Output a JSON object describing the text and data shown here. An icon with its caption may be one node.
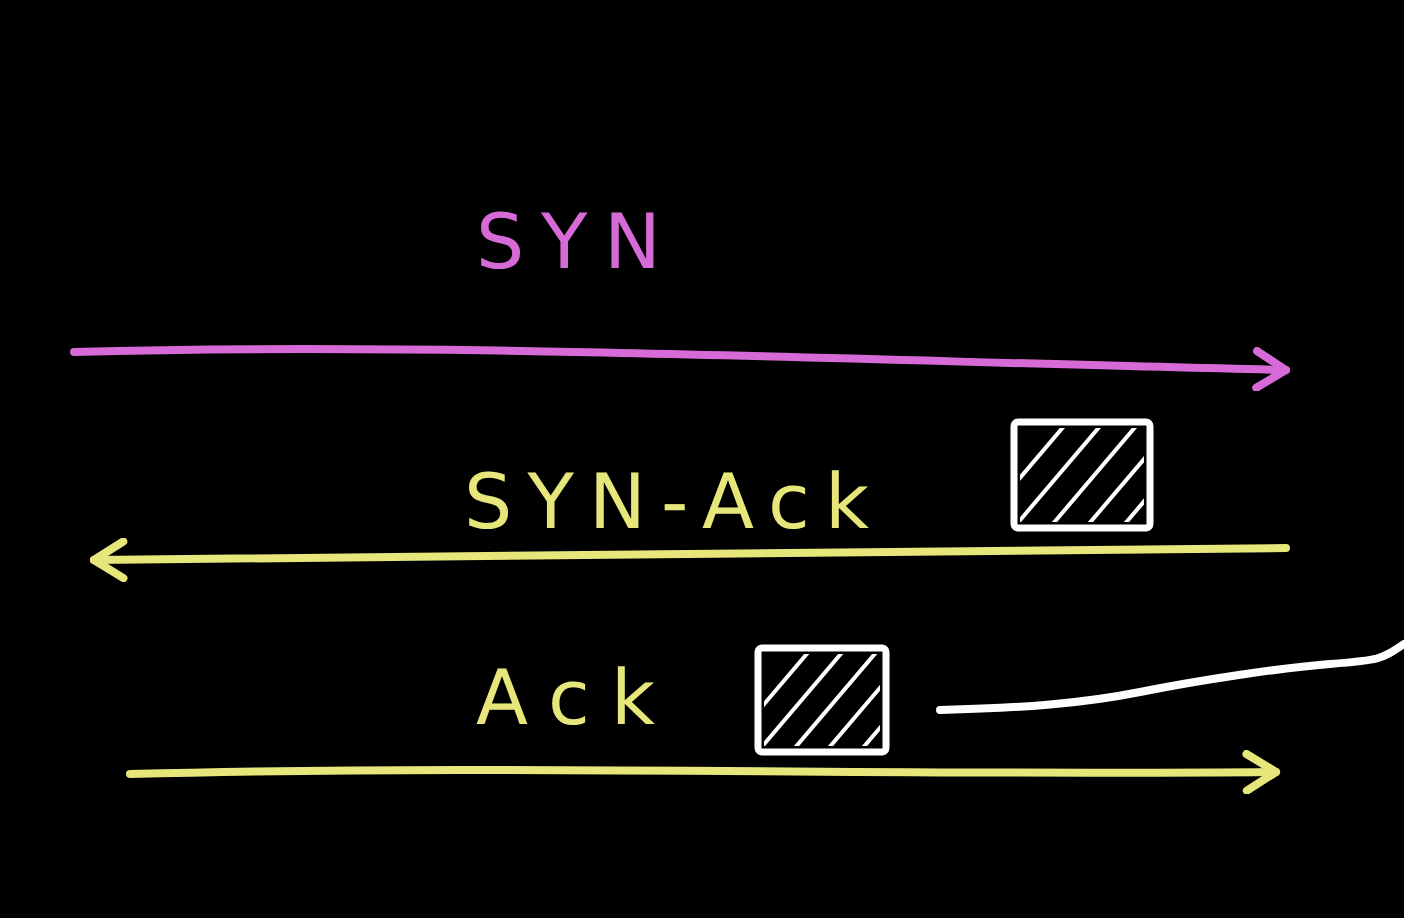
{
  "diagram": {
    "nodes": [
      {
        "text": [],
        "shape": "box"
      },
      {
        "text": [],
        "shape": "box"
      }
    ],
    "labels": [
      "SYN",
      "SYN-Ack",
      "Ack"
    ]
  }
}
